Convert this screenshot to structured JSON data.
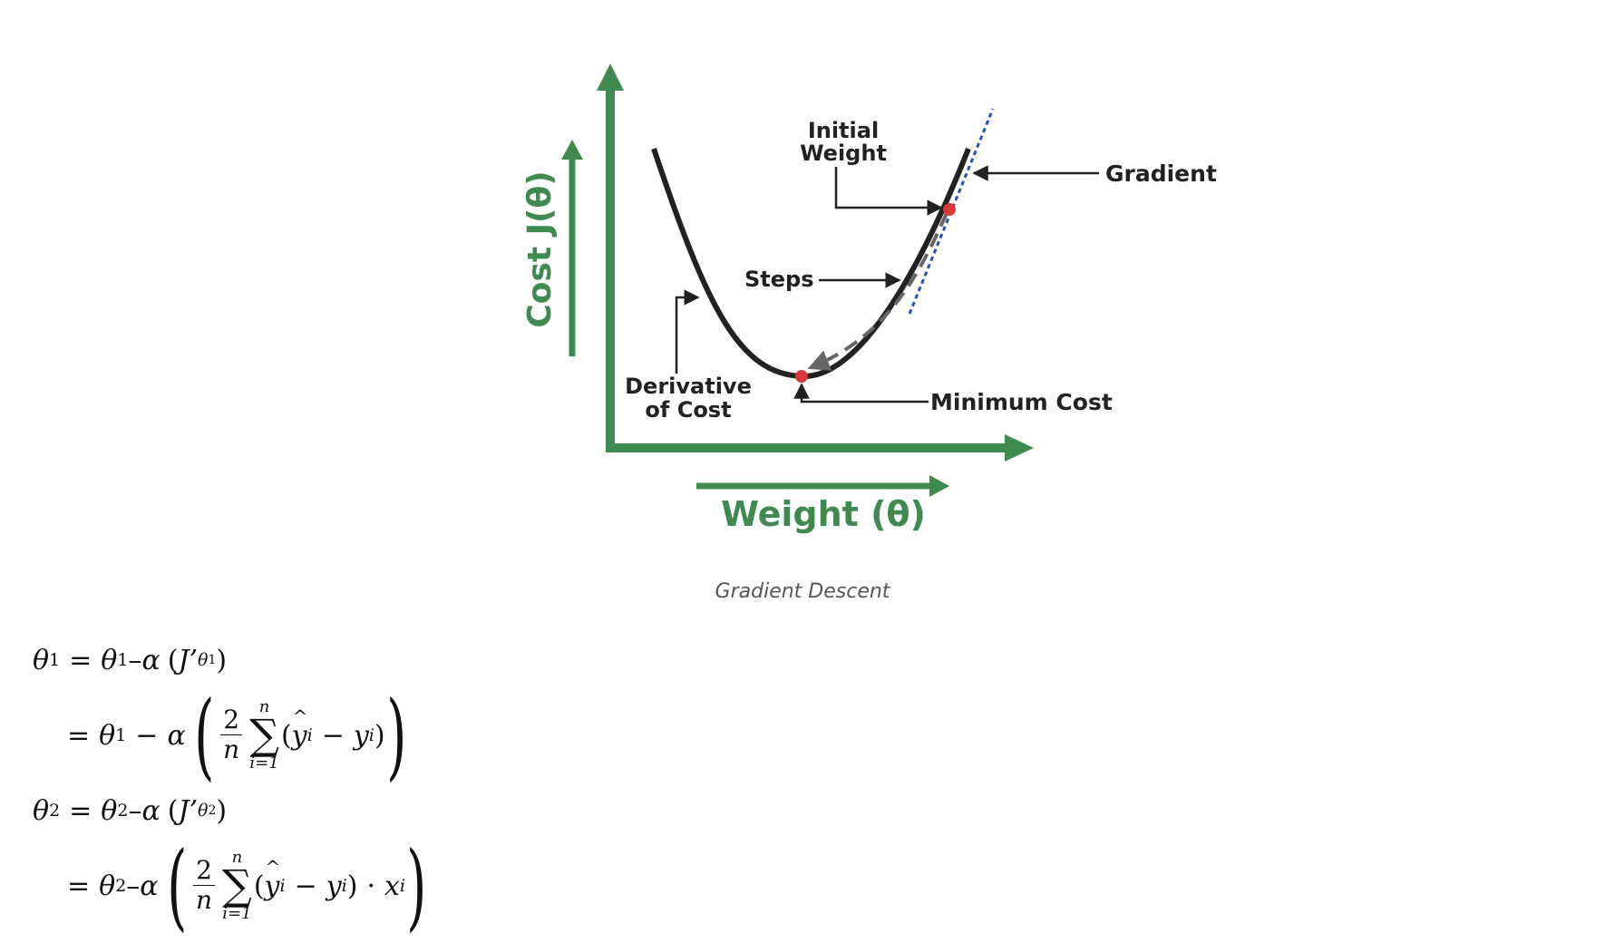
{
  "diagram": {
    "y_axis_label": "Cost J(θ)",
    "x_axis_label": "Weight (θ)",
    "initial_weight_line1": "Initial",
    "initial_weight_line2": "Weight",
    "gradient_label": "Gradient",
    "steps_label": "Steps",
    "derivative_line1": "Derivative",
    "derivative_line2": "of Cost",
    "minimum_cost_label": "Minimum Cost",
    "colors": {
      "axis_green": "#3f8a4e",
      "curve": "#222222",
      "point_red": "#d9383a",
      "tangent_blue": "#2a4fb5",
      "steps_gray": "#666666"
    }
  },
  "caption": "Gradient Descent",
  "equations": {
    "theta1": "θ",
    "theta2": "θ",
    "sub1": "1",
    "sub2": "2",
    "eq": "=",
    "minus": "−",
    "dash": "–",
    "alpha": "α",
    "open_paren": "(",
    "close_paren": ")",
    "j_prime": "J’",
    "two": "2",
    "n": "n",
    "sum_top": "n",
    "sigma": "∑",
    "sum_bottom": "i=1",
    "y": "y",
    "i": "i",
    "cdot": "·",
    "x": "x"
  }
}
